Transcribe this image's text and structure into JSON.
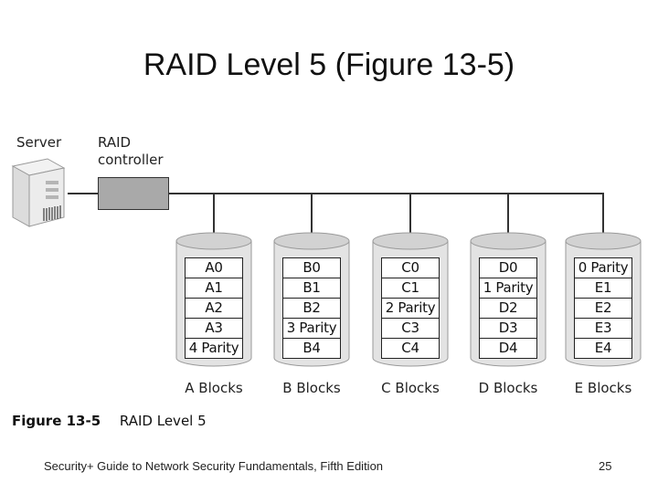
{
  "title": "RAID Level 5 (Figure 13-5)",
  "labels": {
    "server": "Server",
    "raid_controller": "RAID\ncontroller"
  },
  "disks": [
    {
      "name": "A Blocks",
      "blocks": [
        "A0",
        "A1",
        "A2",
        "A3",
        "4 Parity"
      ]
    },
    {
      "name": "B Blocks",
      "blocks": [
        "B0",
        "B1",
        "B2",
        "3 Parity",
        "B4"
      ]
    },
    {
      "name": "C Blocks",
      "blocks": [
        "C0",
        "C1",
        "2 Parity",
        "C3",
        "C4"
      ]
    },
    {
      "name": "D Blocks",
      "blocks": [
        "D0",
        "1 Parity",
        "D2",
        "D3",
        "D4"
      ]
    },
    {
      "name": "E Blocks",
      "blocks": [
        "0 Parity",
        "E1",
        "E2",
        "E3",
        "E4"
      ]
    }
  ],
  "caption": {
    "number": "Figure 13-5",
    "text": "RAID Level 5"
  },
  "footer": {
    "text": "Security+ Guide to Network Security Fundamentals, Fifth Edition",
    "page": "25"
  },
  "colors": {
    "disk_fill": "#e3e3e3",
    "disk_edge": "#9a9a9a",
    "controller": "#a9a9a9",
    "line": "#333333"
  }
}
